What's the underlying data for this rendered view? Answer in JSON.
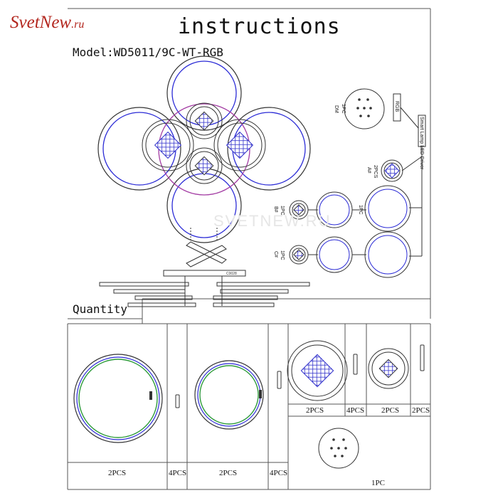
{
  "logo": {
    "brand": "SvetNew",
    "suffix": ".ru"
  },
  "header": {
    "title": "instructions",
    "model": "Model:WD5011/9C-WT-RGB"
  },
  "watermark": "SVETNEW.RU",
  "diagram_labels": {
    "remote": "DM",
    "remote_qty": "1PC",
    "rgb_box": "RGB",
    "driver": "Smart Lamp LED Driver",
    "ring_a": "A#",
    "ring_a_qty": "2PCS",
    "ring_b": "B#",
    "ring_b_qty": "1PC",
    "ring_c": "C#",
    "ring_c_qty": "1PC",
    "ring_join_qty": "1PC",
    "frame_code": "C0028"
  },
  "quantity": {
    "label": "Quantity",
    "cells": [
      {
        "qty": "2PCS"
      },
      {
        "qty": "4PCS"
      },
      {
        "qty": "2PCS"
      },
      {
        "qty": "4PCS"
      },
      {
        "qty": "2PCS"
      },
      {
        "qty": "4PCS"
      },
      {
        "qty": "2PCS"
      },
      {
        "qty": "2PCS"
      },
      {
        "qty": "1PC"
      }
    ]
  },
  "colors": {
    "logo": "#b3261e",
    "ring_blue": "#2b2bd6",
    "ring_purple": "#a33ca3",
    "ring_green": "#2e9b3a",
    "line": "#333333"
  }
}
